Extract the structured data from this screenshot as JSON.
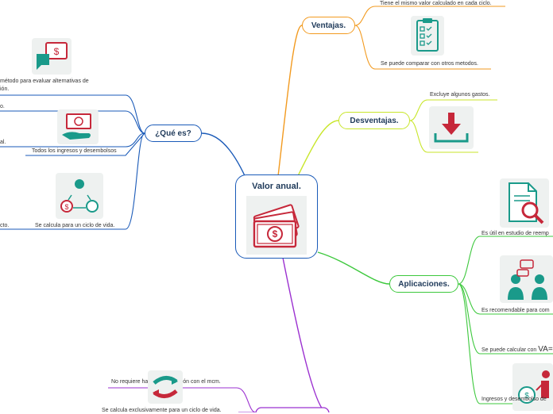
{
  "central": {
    "title": "Valor anual.",
    "icon": "money-icon"
  },
  "ventajas": {
    "label": "Ventajas.",
    "leaves": [
      "Tiene el mismo valor calculado en cada ciclo.",
      "Se puede comparar con otros metodos."
    ],
    "icon": "checklist-icon",
    "color": "#f29a1f"
  },
  "desventajas": {
    "label": "Desventajas.",
    "leaves": [
      "Excluye algunos gastos."
    ],
    "icon": "download-icon",
    "color": "#c8e62a"
  },
  "aplicaciones": {
    "label": "Aplicaciones.",
    "leaves": [
      "Es útil en estudio de reemp",
      "Es recomendable para com",
      "Se puede calcular con",
      "Ingresos y desembolso de"
    ],
    "va_text": "VA=",
    "icons": [
      "document-search-icon",
      "people-chat-icon",
      "money-bag-icon"
    ],
    "color": "#3cc83c"
  },
  "que_es": {
    "label": "¿Qué es?",
    "leaves": [
      "método para evaluar alternativas de",
      "ión.",
      "o.",
      "Todos los ingresos y desembolsos",
      "al.",
      "Se calcula para un ciclo de vida.",
      "cto."
    ],
    "icons": [
      "chat-money-icon",
      "hand-cash-icon",
      "cycle-people-icon"
    ],
    "color": "#1a5ab8"
  },
  "bottom": {
    "leaves": [
      "No requiere hacer comparación con el mcm.",
      "Se calcula exclusivamente para un ciclo de vida."
    ],
    "icon": "exchange-arrows-icon",
    "color": "#9b30d0"
  }
}
